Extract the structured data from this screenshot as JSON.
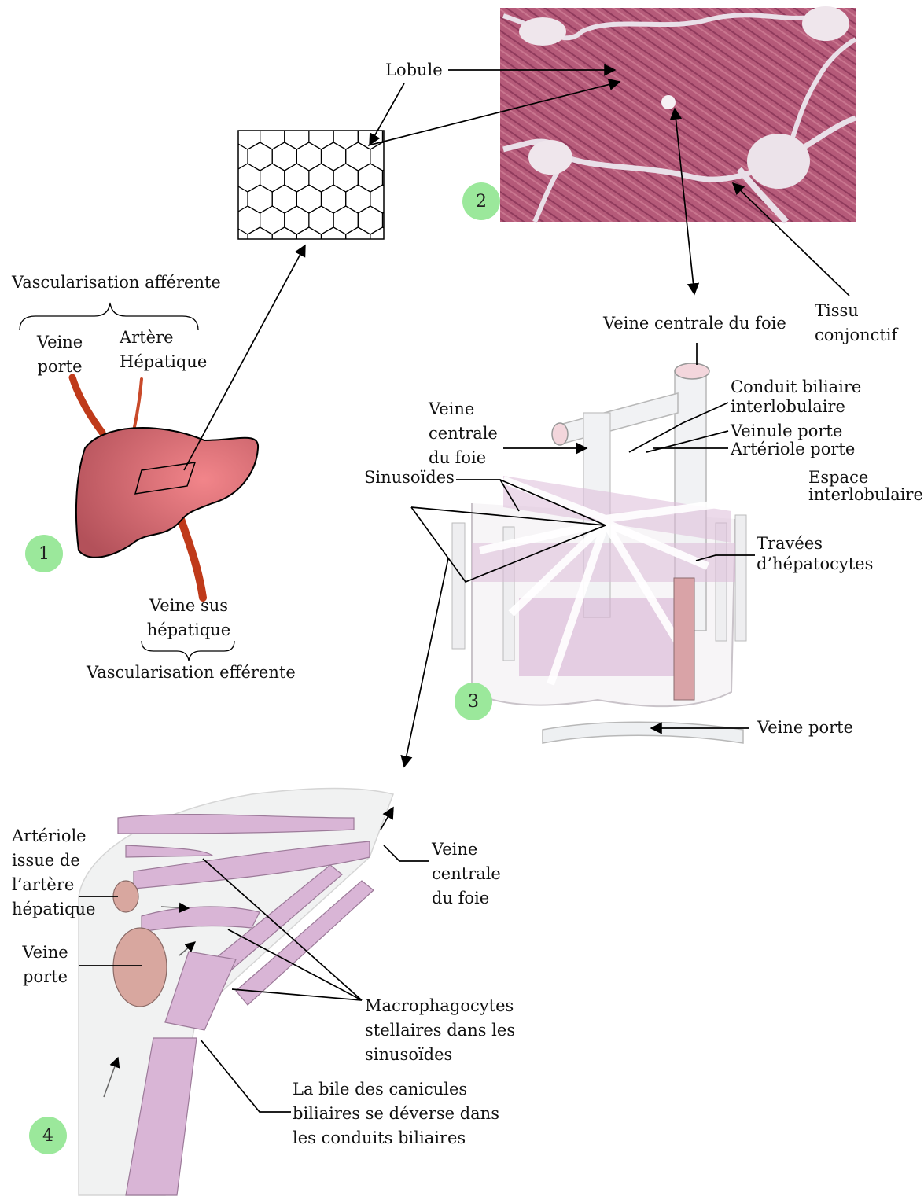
{
  "panel1": {
    "badge": "1",
    "afferent": "Vascularisation afférente",
    "portal_vein": [
      "Veine",
      "porte"
    ],
    "hepatic_artery": [
      "Artère",
      "Hépatique"
    ],
    "hepatic_vein": [
      "Veine sus",
      "hépatique"
    ],
    "efferent": "Vascularisation efférente"
  },
  "panel2": {
    "badge": "2",
    "lobule": "Lobule",
    "connective": [
      "Tissu",
      "conjonctif"
    ],
    "central_vein": "Veine centrale du foie"
  },
  "panel3": {
    "badge": "3",
    "central_vein": [
      "Veine",
      "centrale",
      "du foie"
    ],
    "sinusoids": "Sinusoïdes",
    "bile_duct": [
      "Conduit biliaire",
      "interlobulaire"
    ],
    "portal_venule": "Veinule porte",
    "portal_arteriole": "Artériole porte",
    "interlobular_space": [
      "Espace",
      "interlobulaire"
    ],
    "hepatocyte_cords": [
      "Travées",
      "d’hépatocytes"
    ],
    "portal_vein": "Veine porte"
  },
  "panel4": {
    "badge": "4",
    "arteriole": [
      "Artériole",
      "issue de",
      "l’artère",
      "hépatique"
    ],
    "portal_vein": [
      "Veine",
      "porte"
    ],
    "central_vein": [
      "Veine",
      "centrale",
      "du foie"
    ],
    "macrophages": [
      "Macrophagocytes",
      "stellaires dans les",
      "sinusoïdes"
    ],
    "bile": [
      "La bile des canicules",
      "biliaires se déverse dans",
      "les conduits biliaires"
    ]
  }
}
